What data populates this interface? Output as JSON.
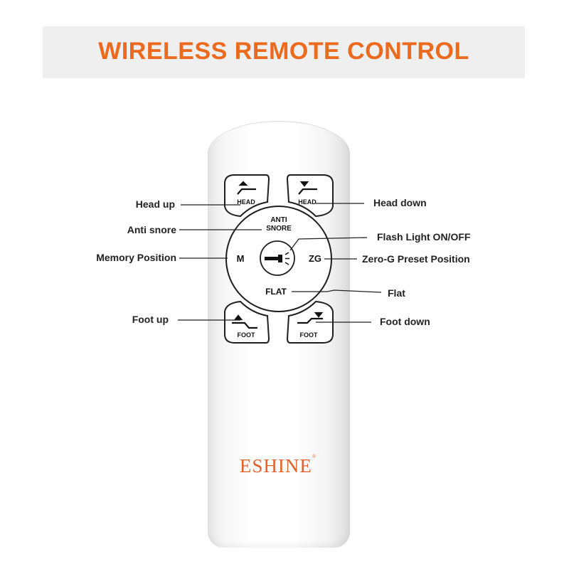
{
  "title": "WIRELESS REMOTE CONTROL",
  "brand": "ESHINE",
  "brand_mark": "®",
  "accent_color": "#ec6a1e",
  "buttons": {
    "head_up": "HEAD",
    "head_down": "HEAD",
    "anti_snore_line1": "ANTI",
    "anti_snore_line2": "SNORE",
    "memory": "M",
    "zero_g": "ZG",
    "flat": "FLAT",
    "foot_up": "FOOT",
    "foot_down": "FOOT"
  },
  "callouts": {
    "head_up": "Head up",
    "anti_snore": "Anti snore",
    "memory": "Memory Position",
    "foot_up": "Foot up",
    "head_down": "Head down",
    "flash_light": "Flash Light ON/OFF",
    "zero_g": "Zero-G Preset Position",
    "flat": "Flat",
    "foot_down": "Foot down"
  },
  "icons": [
    "head-up-icon",
    "head-down-icon",
    "flashlight-icon",
    "foot-up-icon",
    "foot-down-icon"
  ]
}
